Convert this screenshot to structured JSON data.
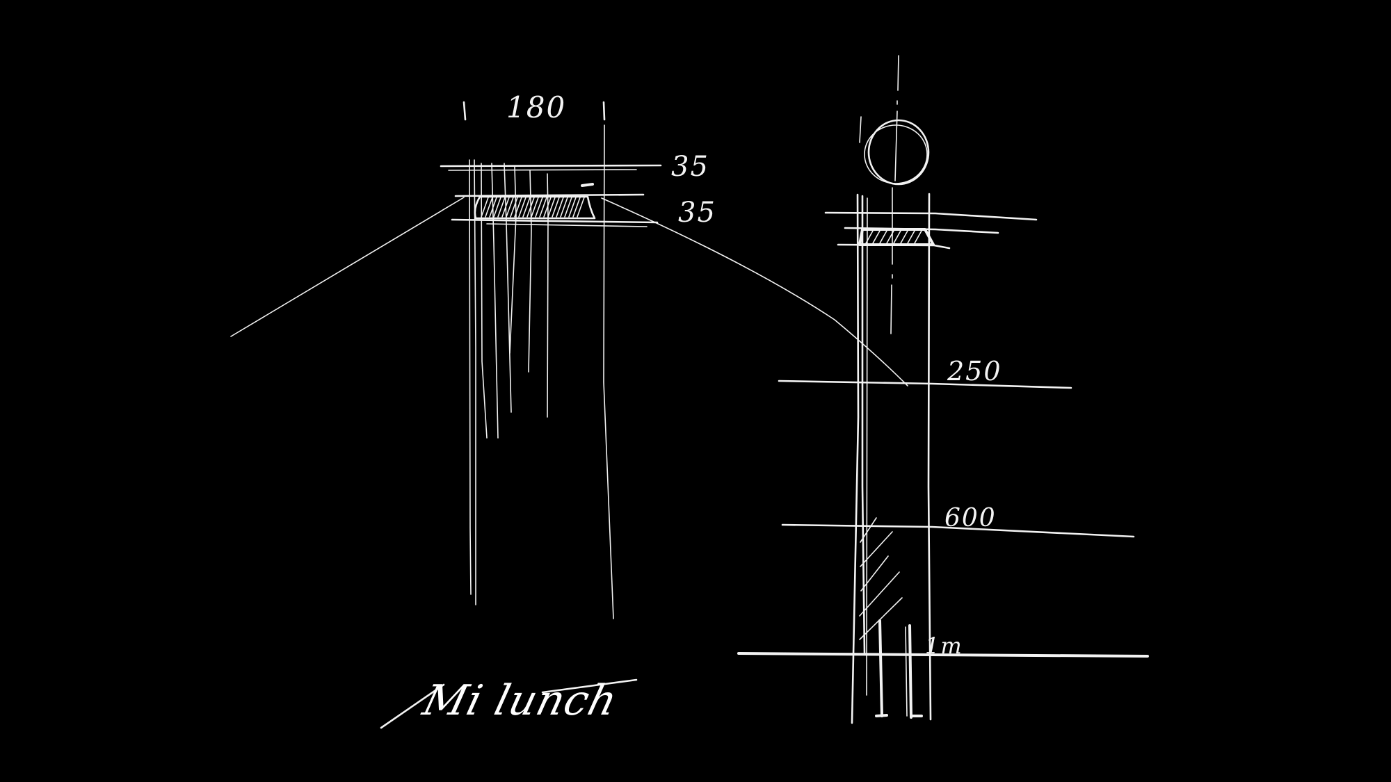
{
  "drawing": {
    "subject": "Lamp sketch, front and side elevation",
    "background_color": "#000000",
    "stroke_color": "#f2f2f2"
  },
  "left_view": {
    "width_dimension": "180",
    "height_dimensions": [
      "35",
      "35"
    ]
  },
  "right_view": {
    "level_labels": [
      "250",
      "600",
      "1m"
    ]
  },
  "signature": {
    "text": "Mi lunch"
  }
}
